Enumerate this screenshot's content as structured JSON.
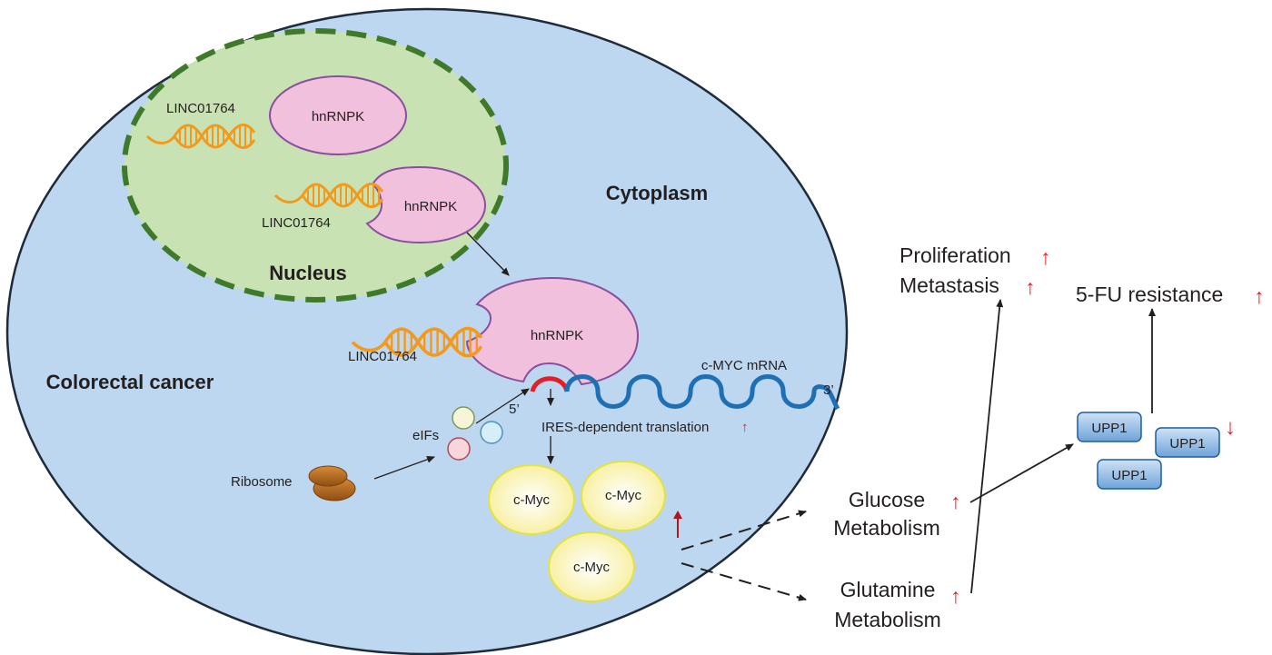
{
  "labels": {
    "cell": "Colorectal cancer",
    "cytoplasm": "Cytoplasm",
    "nucleus": "Nucleus",
    "lnc_a": "LINC01764",
    "lnc_b": "LINC01764",
    "lnc_c": "LINC01764",
    "hn_a": "hnRNPK",
    "hn_b": "hnRNPK",
    "hn_c": "hnRNPK",
    "mrna": "c-MYC mRNA",
    "five_prime": "5’",
    "three_prime": "3’",
    "ires": "IRES-dependent translation",
    "eifs": "eIFs",
    "ribosome": "Ribosome",
    "cmyc_a": "c-Myc",
    "cmyc_b": "c-Myc",
    "cmyc_c": "c-Myc",
    "glucose_1": "Glucose",
    "glucose_2": "Metabolism",
    "glutamine_1": "Glutamine",
    "glutamine_2": "Metabolism",
    "proliferation": "Proliferation",
    "metastasis": "Metastasis",
    "resistance": "5-FU resistance",
    "upp1_a": "UPP1",
    "upp1_b": "UPP1",
    "upp1_c": "UPP1",
    "arrow_up": "↑",
    "arrow_down": "↓"
  },
  "colors": {
    "cell_fill": "#bcd7ef",
    "nucleus_fill": "#c9e2b3",
    "nucleus_border": "#3f7a2a",
    "hnrnpk_fill": "#f1c0dc",
    "hnrnpk_border": "#8a4e9f",
    "lnc_orange": "#f39a1d",
    "mrna_blue": "#1f6fb5",
    "ires_red": "#e41e26",
    "cmyc_fill": "#fbf5c5",
    "cmyc_border": "#e3e23f",
    "upp1_fill": "#8fbbe6",
    "upp1_border": "#1d5d9c",
    "ribosome": "#c7741f",
    "trend_red": "#e41e26"
  },
  "icons": {
    "ribosome": "ribosome-icon",
    "eifs": "eif-circles-icon",
    "lncrna": "lncrna-helix-icon"
  }
}
